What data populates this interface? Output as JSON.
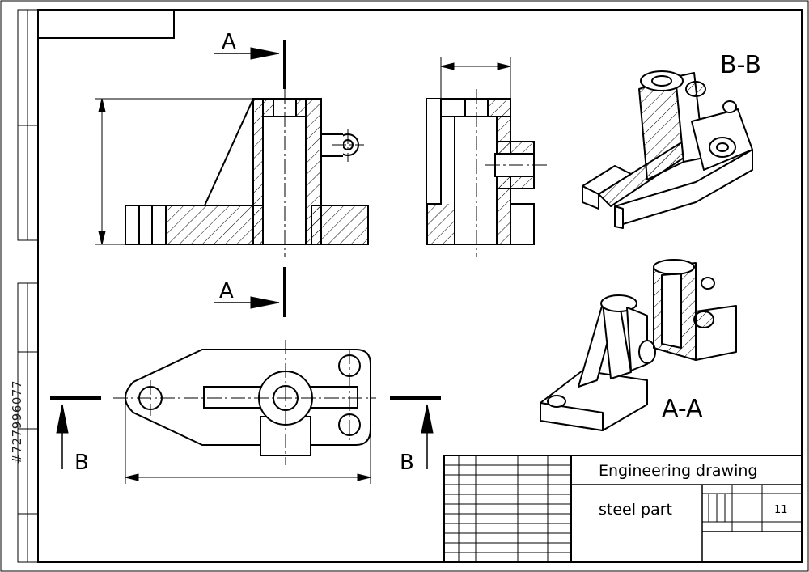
{
  "labels": {
    "section_a_top": "A",
    "section_a_bottom": "A",
    "section_b_left": "B",
    "section_b_right": "B",
    "section_bb_title": "B-B",
    "section_aa_title": "A-A"
  },
  "title_block": {
    "title": "Engineering drawing",
    "subtitle": "steel part",
    "sheet_number": "11"
  },
  "stock_id": "#727996077",
  "colors": {
    "line": "#000000",
    "background": "#ffffff"
  }
}
